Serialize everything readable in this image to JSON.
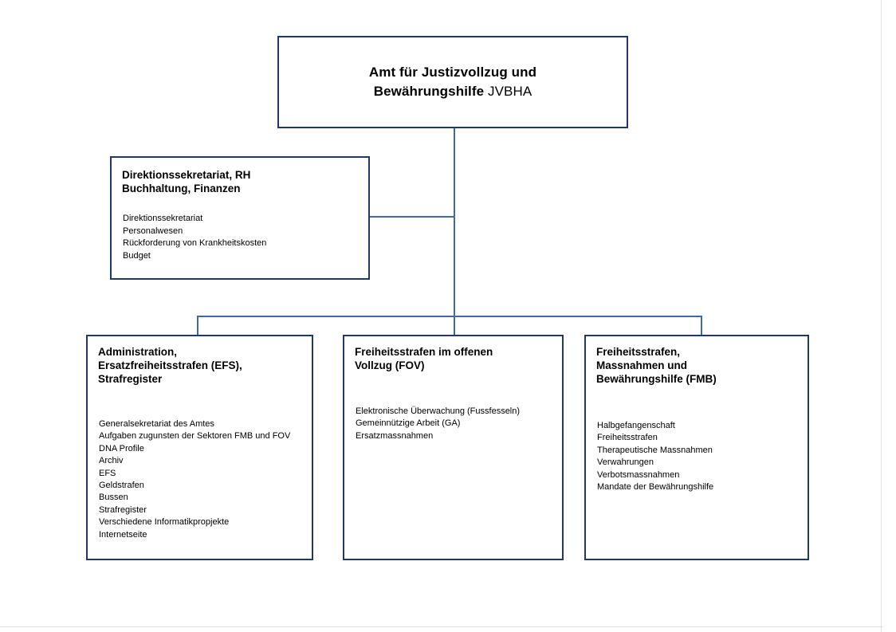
{
  "chart_data": {
    "type": "diagram",
    "diagram_kind": "org-chart",
    "title": "Amt für Justizvollzug und Bewährungshilfe JVBHA",
    "colors": {
      "box_border": "#1f3864",
      "connector": "#41699f",
      "background": "#ffffff",
      "text": "#000000"
    },
    "nodes": [
      {
        "id": "root",
        "title": "Amt für Justizvollzug und Bewährungshilfe JVBHA",
        "level": 0,
        "items": []
      },
      {
        "id": "staff",
        "title": "Direktionssekretariat, RH Buchhaltung, Finanzen",
        "level": 1,
        "relation": "staff",
        "items": [
          "Direktionssekretariat",
          "Personalwesen",
          "Rückforderung von Krankheitskosten",
          "Budget"
        ]
      },
      {
        "id": "admin",
        "title": "Administration, Ersatzfreiheitsstrafen (EFS), Strafregister",
        "level": 2,
        "items": [
          "Generalsekretariat des Amtes",
          "Aufgaben zugunsten der Sektoren FMB und FOV",
          "DNA Profile",
          "Archiv",
          "EFS",
          "Geldstrafen",
          "Bussen",
          "Strafregister",
          "Verschiedene Informatikpropjekte",
          "Internetseite"
        ]
      },
      {
        "id": "fov",
        "title": "Freiheitsstrafen im offenen Vollzug (FOV)",
        "level": 2,
        "items": [
          "Elektronische Überwachung (Fussfesseln)",
          "Gemeinnützige Arbeit (GA)",
          "Ersatzmassnahmen"
        ]
      },
      {
        "id": "fmb",
        "title": "Freiheitsstrafen, Massnahmen und Bewährungshilfe (FMB)",
        "level": 2,
        "items": [
          "Halbgefangenschaft",
          "Freiheitsstrafen",
          "Therapeutische Massnahmen",
          "Verwahrungen",
          "Verbotsmassnahmen",
          "Mandate der Bewährungshilfe"
        ]
      }
    ]
  },
  "root": {
    "title_bold": "Amt für Justizvollzug und\nBewährungshilfe ",
    "title_light": "JVBHA"
  },
  "staff": {
    "title": "Direktionssekretariat, RH\nBuchhaltung, Finanzen",
    "items": [
      "Direktionssekretariat",
      "Personalwesen",
      "Rückforderung von Krankheitskosten",
      "Budget"
    ]
  },
  "admin": {
    "title": "Administration,\nErsatzfreiheitsstrafen (EFS),\nStrafregister",
    "items": [
      "Generalsekretariat des Amtes",
      "Aufgaben zugunsten der Sektoren FMB und FOV",
      "DNA Profile",
      "Archiv",
      "EFS",
      "Geldstrafen",
      "Bussen",
      "Strafregister",
      "Verschiedene Informatikpropjekte",
      "Internetseite"
    ]
  },
  "fov": {
    "title": "Freiheitsstrafen im offenen\nVollzug (FOV)",
    "items": [
      "Elektronische Überwachung (Fussfesseln)",
      "Gemeinnützige Arbeit (GA)",
      "Ersatzmassnahmen"
    ]
  },
  "fmb": {
    "title": "Freiheitsstrafen,\nMassnahmen und\nBewährungshilfe (FMB)",
    "items": [
      "Halbgefangenschaft",
      "Freiheitsstrafen",
      "Therapeutische Massnahmen",
      "Verwahrungen",
      "Verbotsmassnahmen",
      "Mandate der Bewährungshilfe"
    ]
  }
}
